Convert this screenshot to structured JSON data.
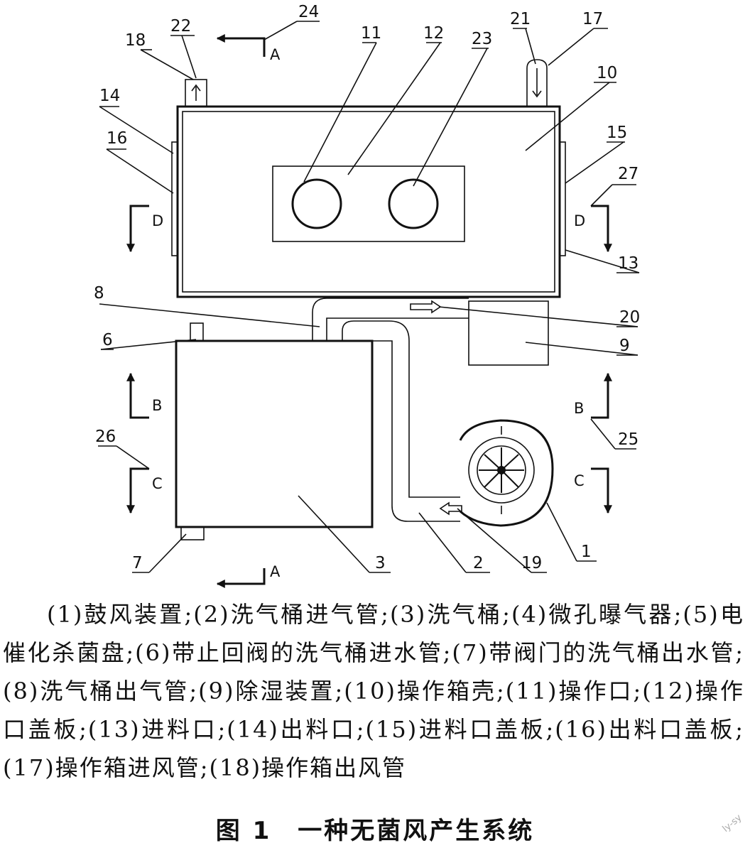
{
  "diagram": {
    "callouts": [
      "1",
      "2",
      "3",
      "6",
      "7",
      "8",
      "9",
      "10",
      "11",
      "12",
      "13",
      "14",
      "15",
      "16",
      "17",
      "18",
      "19",
      "20",
      "21",
      "22",
      "23",
      "24",
      "25",
      "26",
      "27"
    ],
    "section_letters": {
      "a": "A",
      "b": "B",
      "c": "C",
      "d": "D"
    }
  },
  "legend": "(1)鼓风装置;(2)洗气桶进气管;(3)洗气桶;(4)微孔曝气器;(5)电催化杀菌盘;(6)带止回阀的洗气桶进水管;(7)带阀门的洗气桶出水管;(8)洗气桶出气管;(9)除湿装置;(10)操作箱壳;(11)操作口;(12)操作口盖板;(13)进料口;(14)出料口;(15)进料口盖板;(16)出料口盖板;(17)操作箱进风管;(18)操作箱出风管",
  "caption": "图 1　一种无菌风产生系统",
  "watermark": "ly-sy"
}
